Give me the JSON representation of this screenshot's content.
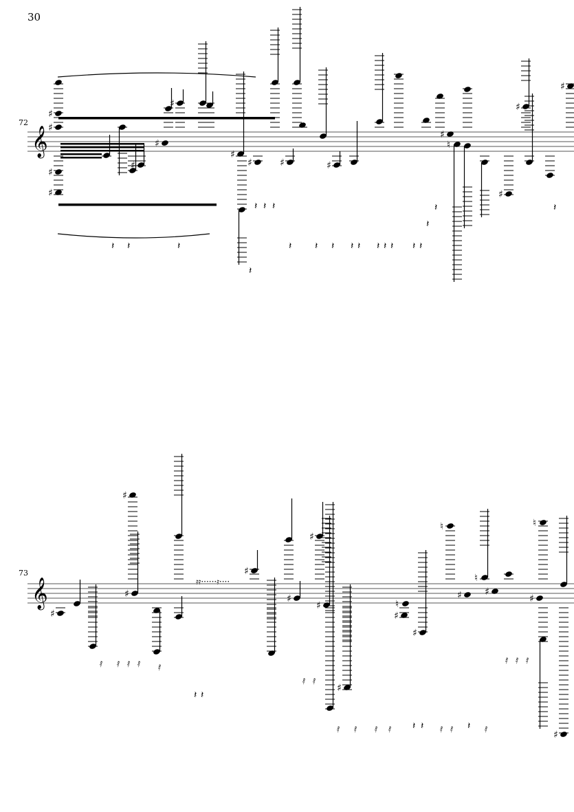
{
  "page": {
    "number": "30"
  },
  "systems": [
    {
      "measure_number": "72",
      "clef": "treble"
    },
    {
      "measure_number": "73",
      "clef": "treble"
    }
  ],
  "colors": {
    "ink": "#000000",
    "staff": "#555555"
  }
}
